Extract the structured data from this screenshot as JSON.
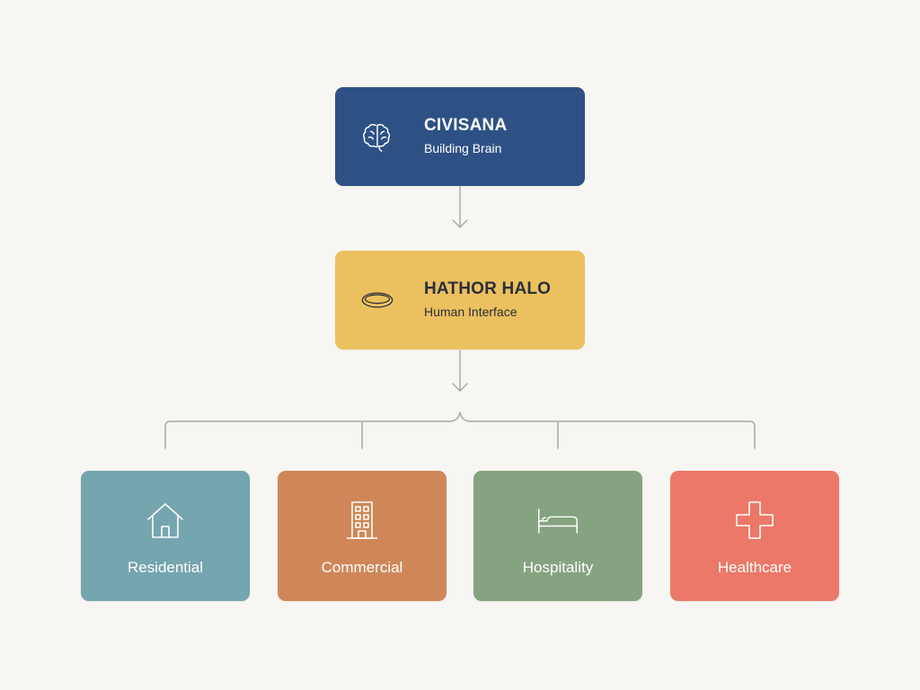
{
  "nodes": {
    "top": {
      "title": "CIVISANA",
      "subtitle": "Building Brain",
      "icon": "brain-icon",
      "color": "#2e5185"
    },
    "middle": {
      "title": "HATHOR HALO",
      "subtitle": "Human Interface",
      "icon": "halo-ring-icon",
      "color": "#ebc05f"
    }
  },
  "categories": [
    {
      "label": "Residential",
      "icon": "house-icon",
      "color": "#75a5ae"
    },
    {
      "label": "Commercial",
      "icon": "office-building-icon",
      "color": "#cf8759"
    },
    {
      "label": "Hospitality",
      "icon": "bed-icon",
      "color": "#85a380"
    },
    {
      "label": "Healthcare",
      "icon": "medical-cross-icon",
      "color": "#ec7867"
    }
  ],
  "connector_color": "#a9a9a9",
  "background": "#f8f6f2"
}
